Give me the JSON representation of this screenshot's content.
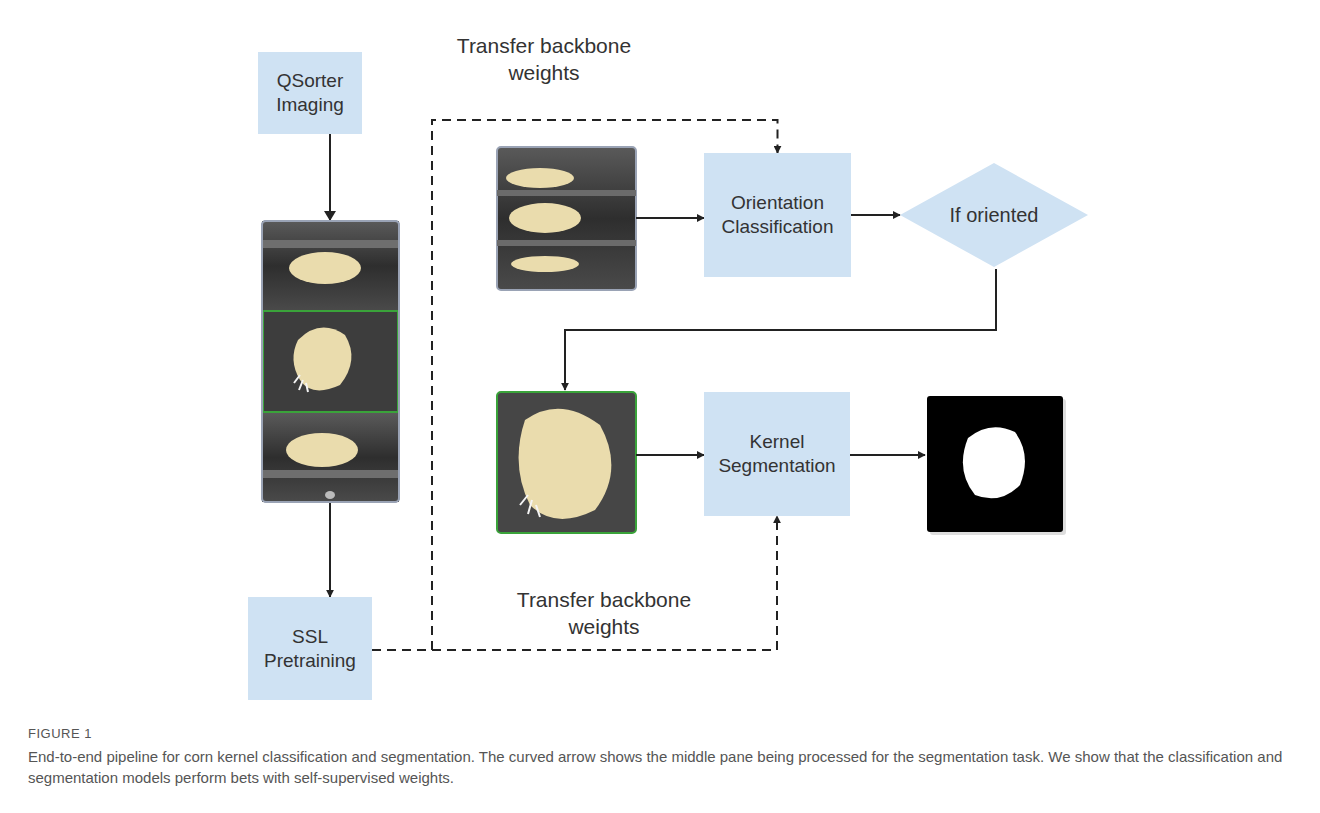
{
  "diagram": {
    "caption": "End-to-end pipeline for corn kernel classification and segmentation. The curved arrow shows the middle pane being processed for the segmentation task. We show that the classification and segmentation models perform bets with self-supervised weights.",
    "nodes": [
      {
        "text": [
          "QSorter Imaging"
        ]
      },
      {
        "text": [
          "SSL Pretraining"
        ]
      },
      {
        "text": [
          "Orientation Classification"
        ]
      },
      {
        "text": [
          "If oriented"
        ]
      },
      {
        "text": [
          "Kernel Segmentation"
        ]
      }
    ],
    "edges": [
      {
        "from": 0,
        "to": 1,
        "arrow": "to"
      },
      {
        "from": 1,
        "to": 2,
        "arrow": "to",
        "label": "Transfer backbone weights"
      },
      {
        "from": 1,
        "to": 4,
        "arrow": "to",
        "label": "Transfer backbone weights"
      },
      {
        "from": 2,
        "to": 3,
        "arrow": "to"
      }
    ],
    "labels": [
      "FIGURE 1"
    ]
  }
}
